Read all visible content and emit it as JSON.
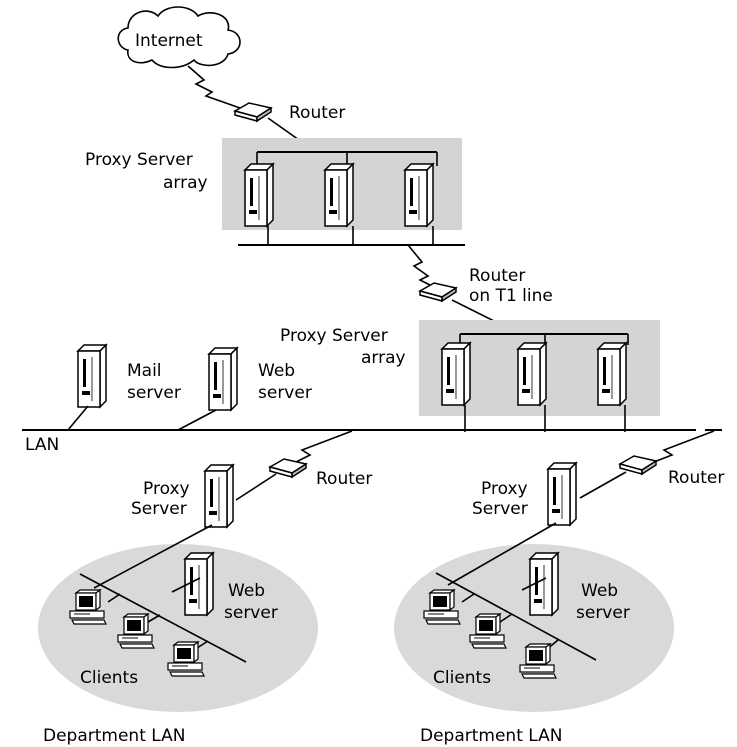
{
  "colors": {
    "array_panel": "#d4d4d4",
    "department_lan": "#d9d9d9",
    "line": "#000000",
    "device_fill": "#ffffff"
  },
  "labels": {
    "internet": "Internet",
    "router_top": "Router",
    "proxy_array_top_line1": "Proxy Server",
    "proxy_array_top_line2": "array",
    "router_t1_line1": "Router",
    "router_t1_line2": "on T1 line",
    "proxy_array_mid_line1": "Proxy Server",
    "proxy_array_mid_line2": "array",
    "mail_server_line1": "Mail",
    "mail_server_line2": "server",
    "web_server_line1": "Web",
    "web_server_line2": "server",
    "lan": "LAN",
    "left_proxy_line1": "Proxy",
    "left_proxy_line2": "Server",
    "left_router": "Router",
    "right_proxy_line1": "Proxy",
    "right_proxy_line2": "Server",
    "right_router": "Router",
    "left_dept_web_line1": "Web",
    "left_dept_web_line2": "server",
    "right_dept_web_line1": "Web",
    "right_dept_web_line2": "server",
    "left_clients": "Clients",
    "right_clients": "Clients",
    "left_department_lan": "Department LAN",
    "right_department_lan": "Department LAN"
  },
  "icons": {
    "cloud": "cloud-icon",
    "router": "router-icon",
    "server": "server-tower-icon",
    "client": "desktop-computer-icon"
  }
}
